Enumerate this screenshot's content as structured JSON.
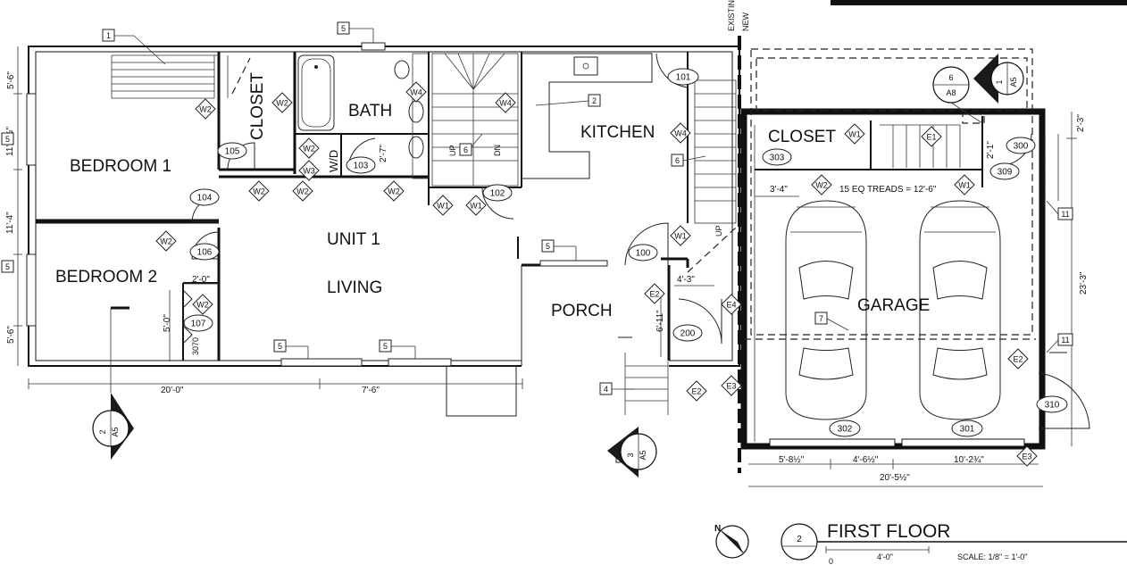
{
  "rooms": {
    "bedroom1": "BEDROOM 1",
    "bedroom2": "BEDROOM 2",
    "closet": "CLOSET",
    "bath": "BATH",
    "wd": "W/D",
    "kitchen": "KITCHEN",
    "unit": "UNIT 1",
    "living": "LIVING",
    "porch": "PORCH",
    "closet_garage": "CLOSET",
    "garage": "GARAGE",
    "existing": "EXISTING",
    "new": "NEW"
  },
  "stair_note": "15 EQ TREADS = 12'-6\"",
  "stair_up": "UP",
  "stair_dn": "DN",
  "door_tags": [
    "101",
    "102",
    "103",
    "104",
    "105",
    "106",
    "107",
    "100",
    "200",
    "300",
    "301",
    "302",
    "303",
    "309",
    "310"
  ],
  "wall_tags": [
    "W1",
    "W2",
    "W3",
    "W4",
    "E1",
    "E2",
    "E3",
    "E4"
  ],
  "keynotes": [
    "1",
    "2",
    "3",
    "4",
    "5",
    "6",
    "7",
    "11"
  ],
  "section_marks": [
    {
      "number": "1",
      "sheet": "A5"
    },
    {
      "number": "2",
      "sheet": "A5"
    },
    {
      "number": "3",
      "sheet": "A5"
    }
  ],
  "detail_mark": {
    "number": "6",
    "sheet": "A8"
  },
  "dimensions": {
    "left_top": "5'-6\"",
    "left_a": "11'-8½\"",
    "left_b": "11'-4\"",
    "left_bottom": "5'-6\"",
    "bottom_left": "20'-0\"",
    "bottom_mid": "7'-6\"",
    "closet_w": "2'-0\"",
    "closet_h": "5'-0\"",
    "closet_door": "3070",
    "wd_dim": "2'-7\"",
    "porch_w": "4'-3\"",
    "porch_h": "6'-11\"",
    "garage_stair": "3'-4\"",
    "garage_right": "23'-3\"",
    "garage_top": "2'-3\"",
    "garage_mid": "2'-1\"",
    "garage_b1": "5'-8½\"",
    "garage_b2": "4'-6½\"",
    "garage_b3": "10'-2¾\"",
    "garage_total": "20'-5½\""
  },
  "title_block": {
    "drawing_number": "2",
    "title": "FIRST FLOOR",
    "scale": "SCALE: 1/8\" = 1'-0\"",
    "bar_start": "0",
    "bar_end": "4'-0\""
  },
  "north_label": "N",
  "colors": {
    "ink": "#111111",
    "paper": "#ffffff",
    "dark_fill": "#1a1a1a"
  }
}
